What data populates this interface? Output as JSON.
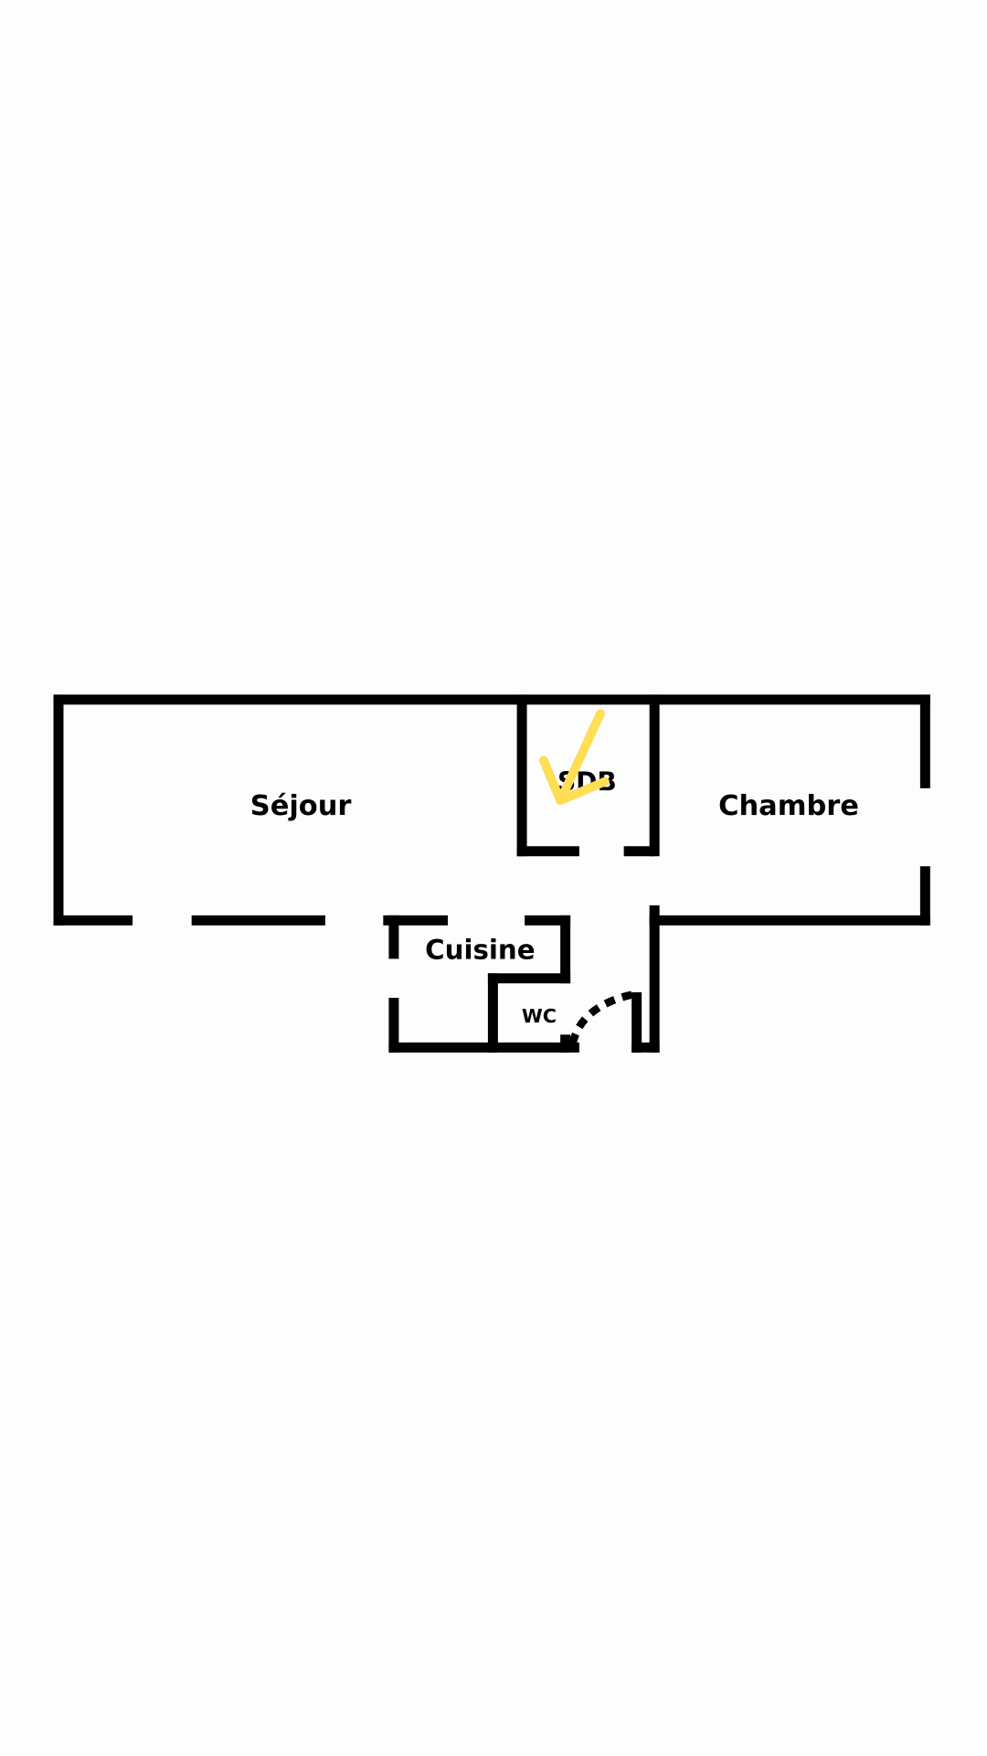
{
  "plan": {
    "rooms": {
      "sejour": "Séjour",
      "sdb": "SDB",
      "chambre": "Chambre",
      "cuisine": "Cuisine",
      "wc": "WC"
    },
    "colors": {
      "wall": "#000000",
      "annotation": "#FFDD55",
      "background": "#FDFDFD"
    }
  }
}
